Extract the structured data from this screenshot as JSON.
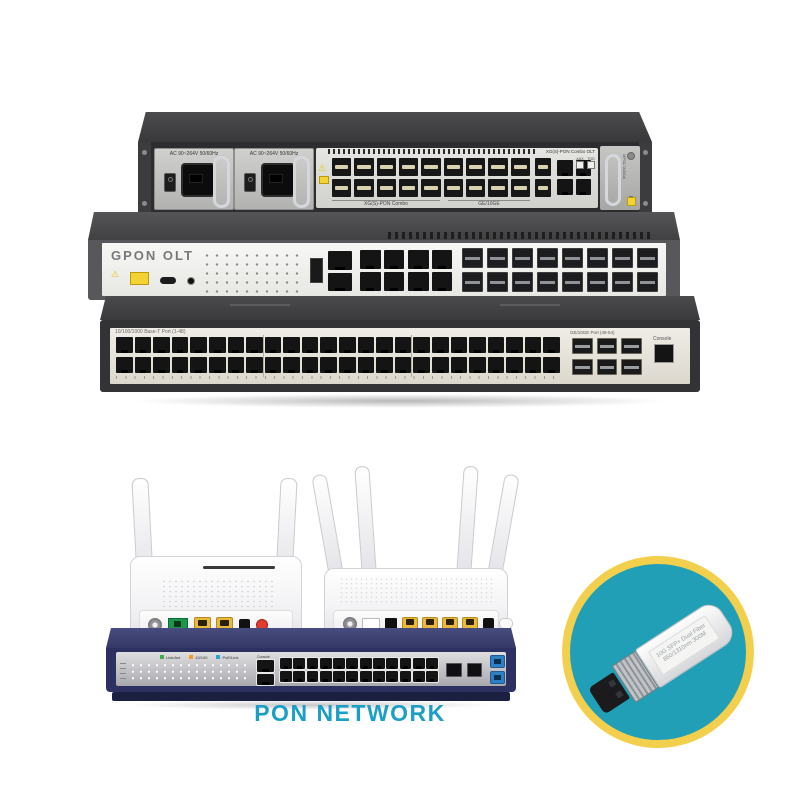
{
  "colors": {
    "teal_circle": "#209fb6",
    "ring_yellow": "#f3cf4e",
    "caption_teal": "#1b9fc6",
    "navy": "#2c3161",
    "warn_yellow": "#f3d233"
  },
  "caption": "PON NETWORK",
  "combo_olt": {
    "psu_label": "AC 90~264V 50/60Hz",
    "sfp_cells": 18,
    "xfp_cells": 2,
    "rj45_cells": 4,
    "group_label_pon": "XG(S)-PON Combo",
    "group_label_ge": "GE/10GE",
    "panel_title": "XG(S)-PON Combo OLT",
    "aux_label": "AUX",
    "tod_label": "TOD",
    "module_label": "MPS17A000A"
  },
  "gpon_olt": {
    "title": "GPON OLT",
    "sfp_cells": 16,
    "grp_cells": 4,
    "stack_cells": 2
  },
  "switch48": {
    "ports_label": "10/100/1000 Base-T Port (1-48)",
    "uplink_label": "GE/10GE Port (49-54)",
    "console_label": "Console",
    "port_cells": 48,
    "sfp_cells": 6
  },
  "poe_switch": {
    "legend": [
      {
        "color": "#3fae49",
        "label": "Link/Act"
      },
      {
        "color": "#f59a23",
        "label": "10/100"
      },
      {
        "color": "#2f9fd0",
        "label": "PoE/Link"
      }
    ],
    "console_label": "Console",
    "console_cells": 2,
    "port_cells": 24,
    "sfp_cells": 2,
    "pon_cells": 2
  },
  "ont_two": {
    "lan_cells": 2
  },
  "ont_four": {
    "lan_cells": 4
  },
  "sfp_module": {
    "line1": "10G SFP+ Dual Fiber",
    "line2": "850/1310nm 300M"
  }
}
